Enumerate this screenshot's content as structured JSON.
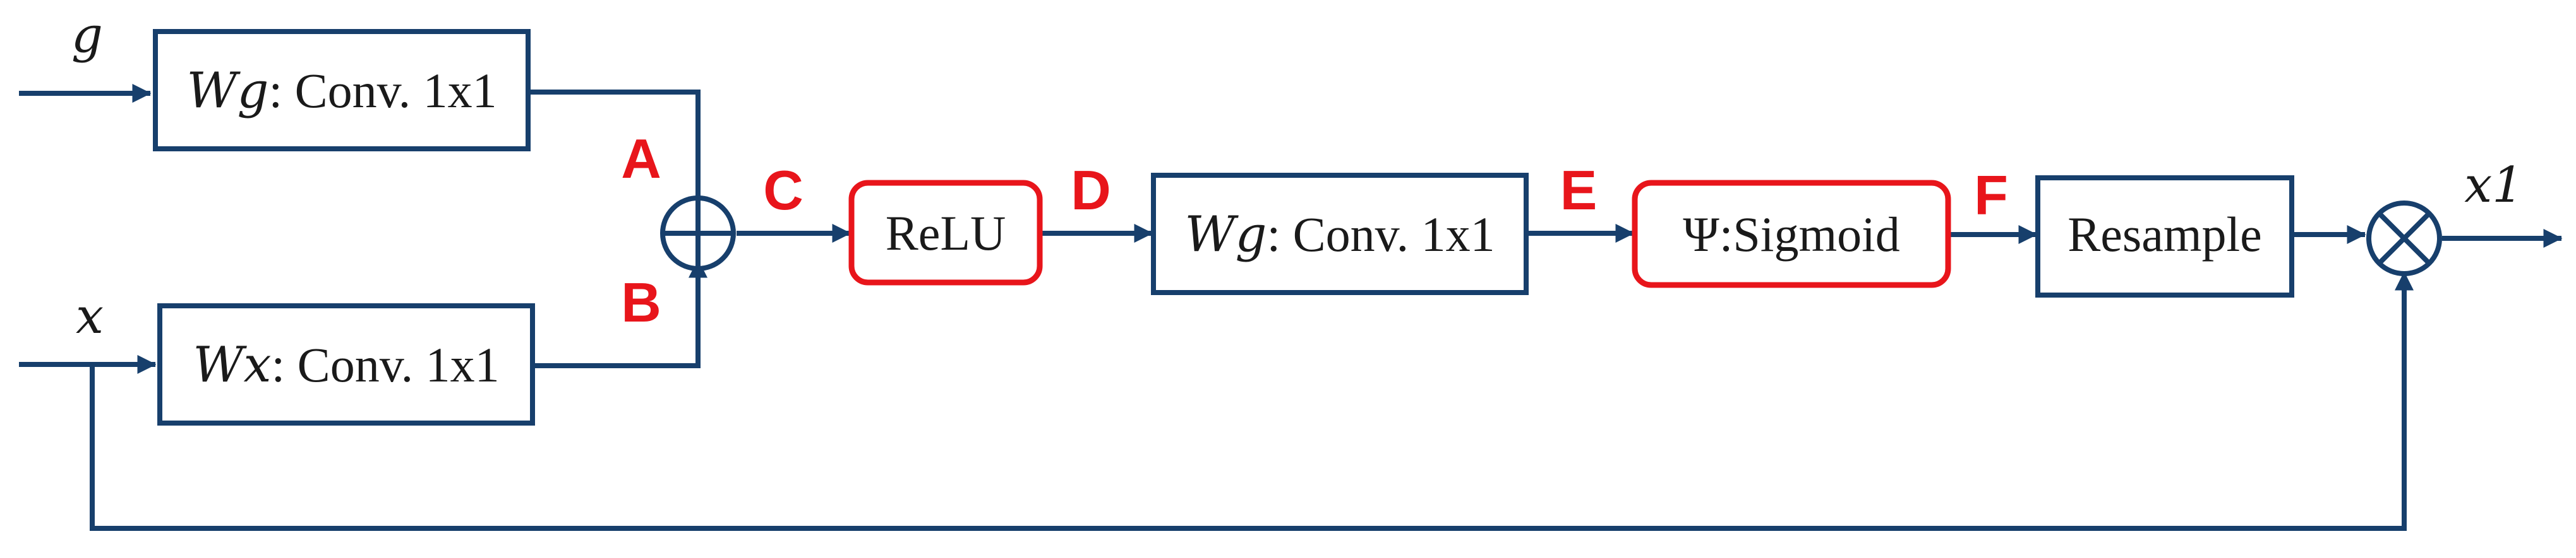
{
  "colors": {
    "line": "#173f6c",
    "highlight": "#e8151b",
    "text": "#1a1a1a"
  },
  "inputs": {
    "g": "g",
    "x": "x"
  },
  "output": {
    "label": "x1"
  },
  "blocks": {
    "wg_top": {
      "symbol": "Wg",
      "text": ": Conv. 1x1"
    },
    "wx": {
      "symbol": "Wx",
      "text": ": Conv. 1x1"
    },
    "relu": {
      "label": "ReLU"
    },
    "wg_mid": {
      "symbol": "Wg",
      "text": ": Conv. 1x1"
    },
    "psi": {
      "label": "Ψ:Sigmoid"
    },
    "resample": {
      "label": "Resample"
    }
  },
  "markers": {
    "a": "A",
    "b": "B",
    "c": "C",
    "d": "D",
    "e": "E",
    "f": "F"
  }
}
